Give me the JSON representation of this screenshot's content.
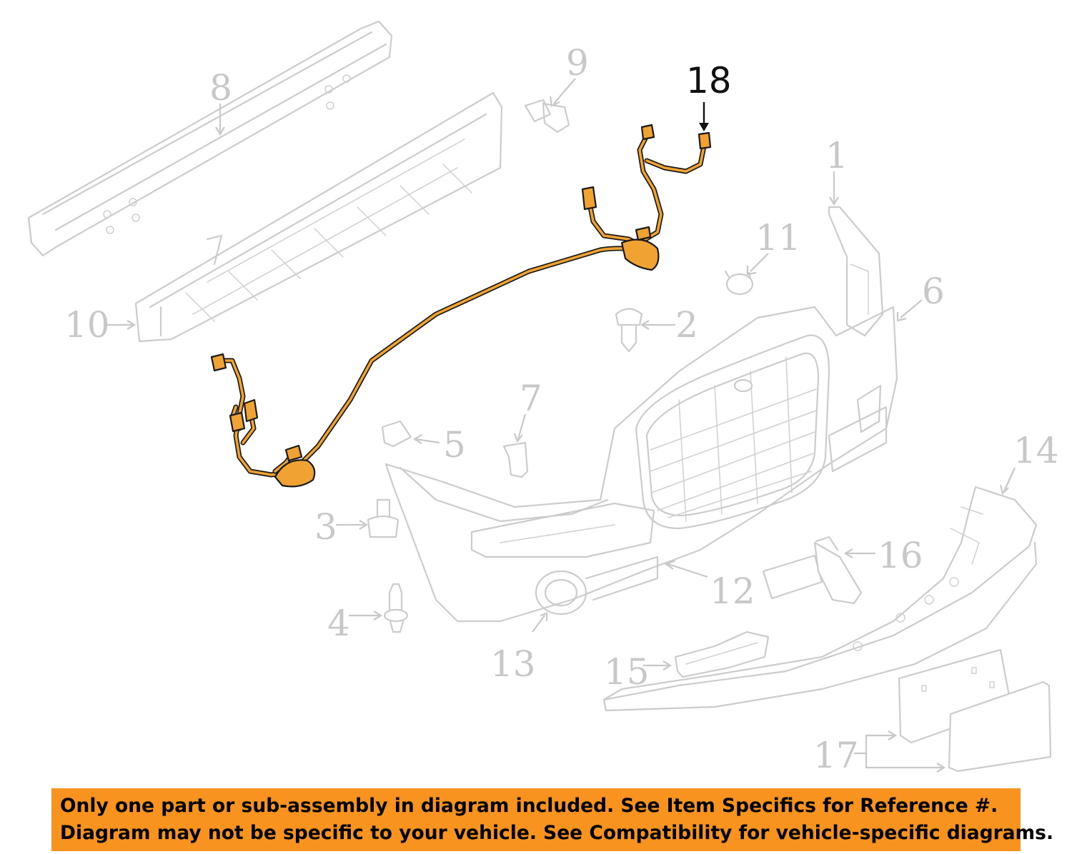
{
  "diagram": {
    "highlighted_part": "18",
    "highlight_color": "#f0a232",
    "ghost_color": "#cccccc",
    "callouts": [
      "1",
      "2",
      "3",
      "4",
      "5",
      "6",
      "7",
      "8",
      "9",
      "10",
      "11",
      "12",
      "13",
      "14",
      "15",
      "16",
      "17",
      "18"
    ]
  },
  "banner": {
    "background": "#f7931e",
    "line1": "Only one part or sub-assembly in diagram included. See Item Specifics for Reference #.",
    "line2": "Diagram may not be specific to your vehicle. See Compatibility for vehicle-specific diagrams."
  }
}
